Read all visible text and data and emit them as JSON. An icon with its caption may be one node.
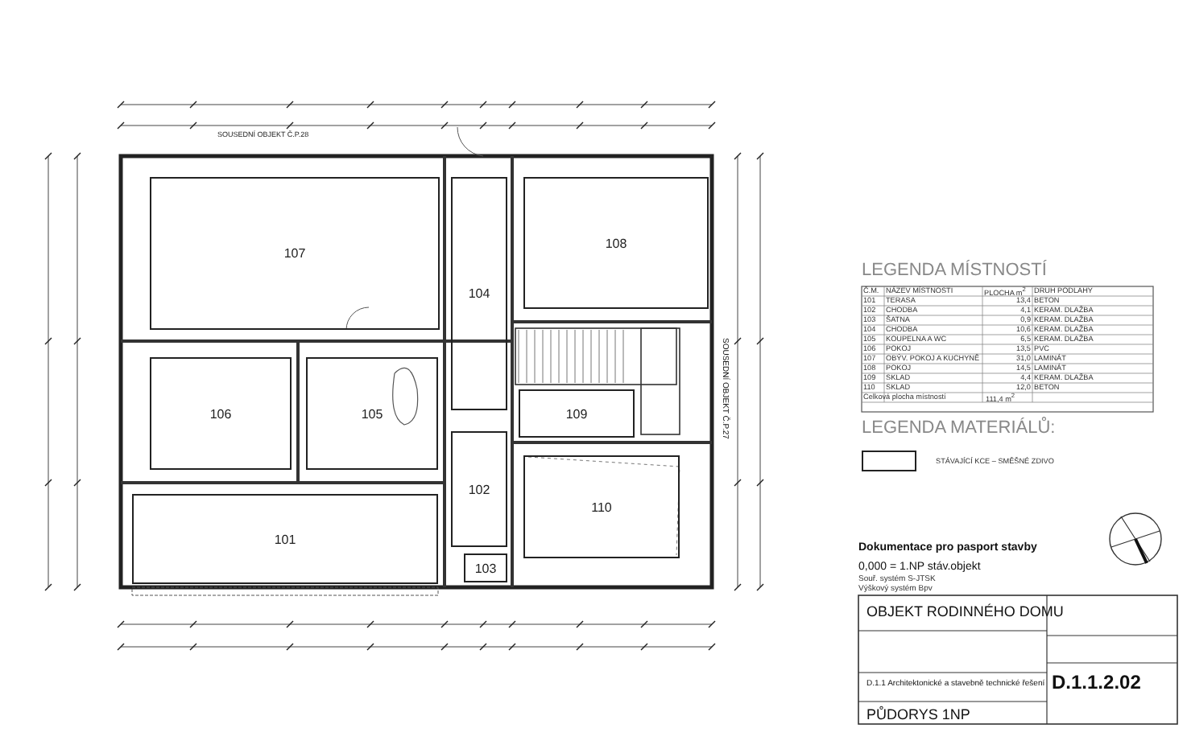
{
  "diagram": {
    "nodes": [
      {
        "text": [
          "107"
        ]
      },
      {
        "text": [
          "104"
        ]
      },
      {
        "text": [
          "108"
        ]
      },
      {
        "text": [
          "106"
        ]
      },
      {
        "text": [
          "105"
        ]
      },
      {
        "text": [
          "109"
        ]
      },
      {
        "text": [
          "102"
        ]
      },
      {
        "text": [
          "110"
        ]
      },
      {
        "text": [
          "101"
        ]
      },
      {
        "text": [
          "103"
        ]
      }
    ],
    "labels": [
      "LEGENDA MÍSTNOSTÍ",
      "Č.M.",
      "NÁZEV MÍSTNOSTI",
      "PLOCHA m$^{2}$",
      "DRUH PODLAHY",
      "101",
      "TERASA",
      "13,4",
      "BETON",
      "102",
      "CHODBA",
      "4,1",
      "KERAM. DLAŽBA",
      "103",
      "ŠATNA",
      "0,9",
      "KERAM. DLAŽBA",
      "104",
      "CHODBA",
      "10,6",
      "KERAM. DLAŽBA",
      "105",
      "KOUPELNA A WC",
      "6,5",
      "KERAM. DLAŽBA",
      "106",
      "POKOJ",
      "13,5",
      "PVC",
      "107",
      "OBÝV. POKOJ A KUCHYNĚ",
      "31,0",
      "LAMINÁT",
      "108",
      "POKOJ",
      "14,5",
      "LAMINÁT",
      "109",
      "SKLAD",
      "4,4",
      "KERAM. DLAŽBA",
      "110",
      "SKLAD",
      "12,0",
      "BETON",
      "Celková plocha místností",
      "111,4 m$^{2}$",
      "LEGENDA MATERIÁLŮ:",
      "Dokumentace pro pasport stavby",
      "0,000 = 1.NP stáv.objekt",
      "Souř. systém S-JTSK",
      "Výškový systém Bpv",
      "OBJEKT RODINNÉHO DOMU",
      "D.1.1 Architektonické a stavebně technické řešení",
      "PŮDORYS 1NP",
      "D.1.1.2.02",
      "SOUSEDNÍ OBJEKT Č.P.28",
      "SOUSEDNÍ OBJEKT Č.P.27"
    ],
    "legend": [
      {
        "text": "STÁVAJÍCÍ KCE – SMĚŠNÉ ZDIVO"
      }
    ]
  }
}
